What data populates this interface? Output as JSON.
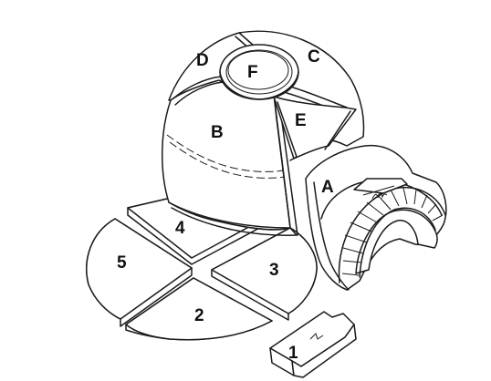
{
  "diagram": {
    "labels": {
      "A": "A",
      "B": "B",
      "C": "C",
      "D": "D",
      "E": "E",
      "F": "F",
      "p1": "1",
      "p2": "2",
      "p3": "3",
      "p4": "4",
      "p5": "5"
    },
    "colors": {
      "line": "#1a1a1a",
      "background": "#ffffff"
    }
  }
}
